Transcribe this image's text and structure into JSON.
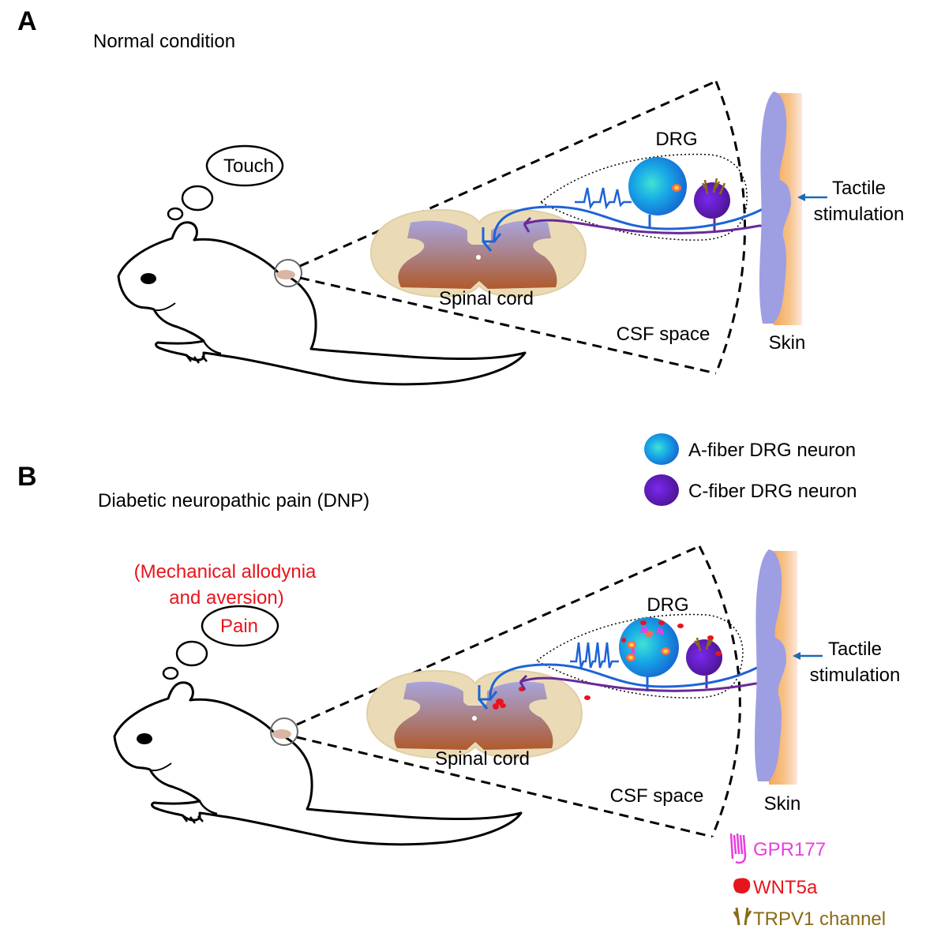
{
  "panel_a": {
    "letter": "A",
    "title": "Normal condition",
    "thought": "Touch",
    "labels": {
      "drg": "DRG",
      "spinal_cord": "Spinal cord",
      "csf_space": "CSF space",
      "skin": "Skin",
      "tactile_line1": "Tactile",
      "tactile_line2": "stimulation"
    }
  },
  "panel_b": {
    "letter": "B",
    "title": "Diabetic neuropathic pain (DNP)",
    "symptom_line1": "(Mechanical allodynia",
    "symptom_line2": "and aversion)",
    "thought": "Pain",
    "labels": {
      "drg": "DRG",
      "spinal_cord": "Spinal cord",
      "csf_space": "CSF space",
      "skin": "Skin",
      "tactile_line1": "Tactile",
      "tactile_line2": "stimulation"
    }
  },
  "neuron_legend": {
    "a_fiber": "A-fiber DRG neuron",
    "c_fiber": "C-fiber DRG neuron"
  },
  "molecule_legend": {
    "gpr177": "GPR177",
    "wnt5a": "WNT5a",
    "trpv1": "TRPV1 channel"
  },
  "colors": {
    "a_fiber": "#1e63d6",
    "c_fiber": "#6a2a9a",
    "gpr177": "#e83ee0",
    "wnt5a": "#e8141c",
    "trpv1": "#8a6a14",
    "skin_blue": "#9e9ee2",
    "skin_orange": "#f5b066"
  }
}
